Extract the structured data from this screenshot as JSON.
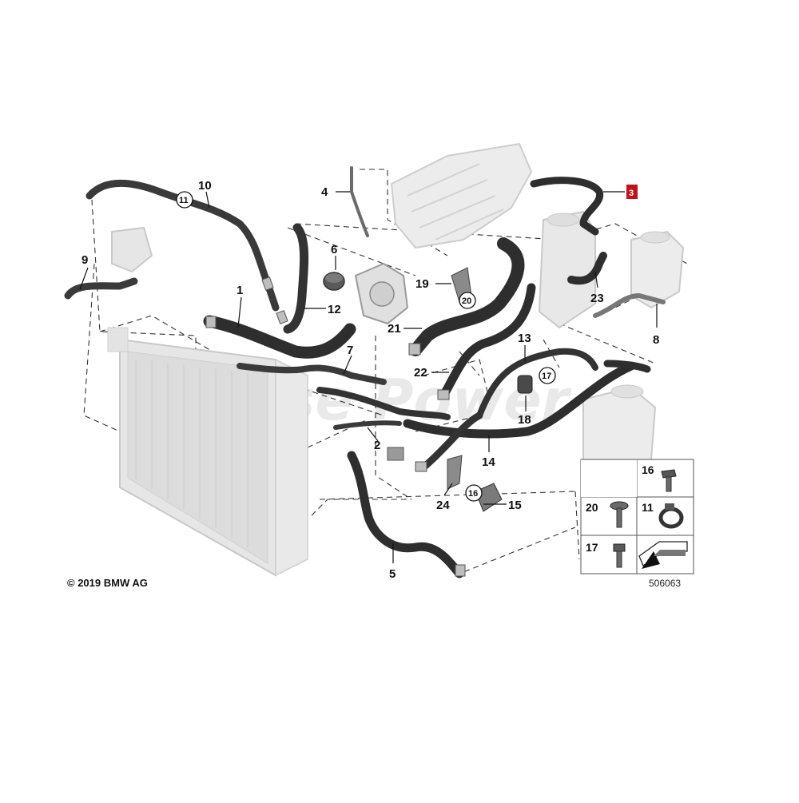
{
  "copyright": "© 2019 BMW AG",
  "reference_number": "506063",
  "watermark": "Pulse Power",
  "highlight_color": "#c0121b",
  "callouts": {
    "c1": "1",
    "c2": "2",
    "c3": "3",
    "c4": "4",
    "c5": "5",
    "c6": "6",
    "c7": "7",
    "c8": "8",
    "c9": "9",
    "c10": "10",
    "c12": "12",
    "c13": "13",
    "c14": "14",
    "c15": "15",
    "c18": "18",
    "c19": "19",
    "c21": "21",
    "c22": "22",
    "c23": "23",
    "c24": "24"
  },
  "circled_callouts": {
    "c11": "11",
    "c16": "16",
    "c17": "17",
    "c20": "20"
  },
  "legend": {
    "l16": "16",
    "l20": "20",
    "l11": "11",
    "l17": "17"
  }
}
